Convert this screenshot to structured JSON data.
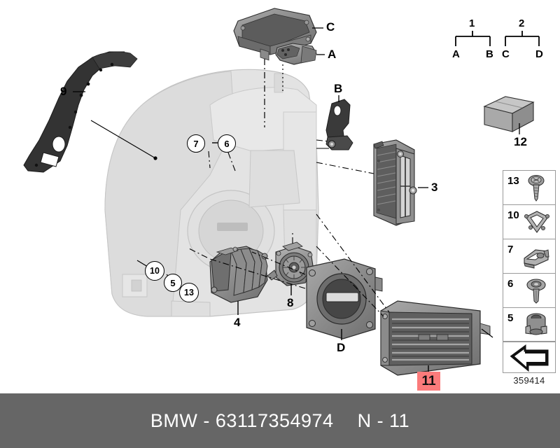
{
  "footer": {
    "brand_part": "BMW - 63117354974",
    "sheet_code": "N - 11"
  },
  "drawing_number": "359414",
  "bracket_legend": {
    "groups": [
      {
        "number": "1",
        "left": "A",
        "right": "B"
      },
      {
        "number": "2",
        "left": "C",
        "right": "D"
      }
    ]
  },
  "letter_callouts": [
    {
      "label": "C",
      "desc": "cover-plate"
    },
    {
      "label": "A",
      "desc": "mounting-tab"
    },
    {
      "label": "B",
      "desc": "bracket"
    },
    {
      "label": "D",
      "desc": "projector-housing"
    }
  ],
  "number_callouts": [
    {
      "label": "9",
      "desc": "side-bracket"
    },
    {
      "label": "3",
      "desc": "heat-exchanger"
    },
    {
      "label": "12",
      "desc": "packaging-box"
    },
    {
      "label": "4",
      "desc": "finned-cover"
    },
    {
      "label": "8",
      "desc": "blower-fan"
    },
    {
      "label": "11",
      "desc": "control-module",
      "highlighted": true
    }
  ],
  "circled_callouts": [
    {
      "label": "7"
    },
    {
      "label": "6"
    },
    {
      "label": "10"
    },
    {
      "label": "5"
    },
    {
      "label": "13"
    }
  ],
  "legend_items": [
    {
      "number": "13",
      "icon": "screw-icon"
    },
    {
      "number": "10",
      "icon": "frame-bracket-icon"
    },
    {
      "number": "7",
      "icon": "spring-clip-icon"
    },
    {
      "number": "6",
      "icon": "rivet-icon"
    },
    {
      "number": "5",
      "icon": "bulb-socket-icon"
    }
  ],
  "arrow_box": {
    "icon": "bent-arrow-icon"
  },
  "colors": {
    "footer_bg": "#666666",
    "footer_text": "#ffffff",
    "highlight": "#fb7b7b",
    "ghost_outline": "#d9d9d9",
    "part_mid": "#8e8e8e",
    "part_dark": "#3a3a3a",
    "line": "#000000"
  }
}
